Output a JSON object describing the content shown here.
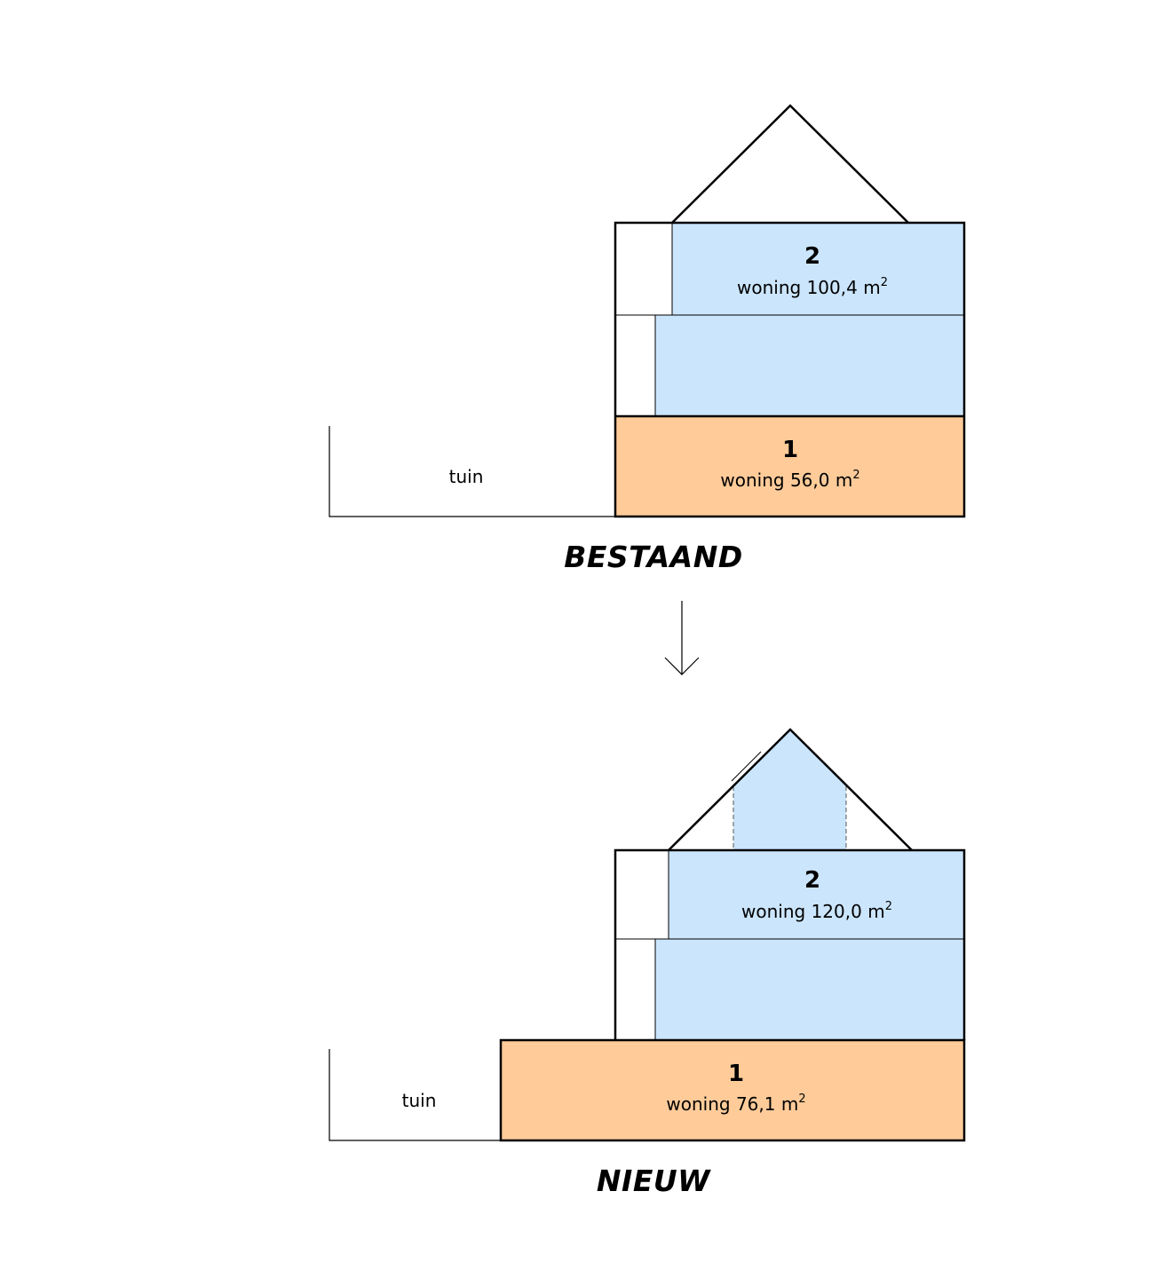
{
  "colors": {
    "unit1_fill": "#FECB99",
    "unit2_fill": "#CBE5FC",
    "outline": "#000000"
  },
  "bestaand": {
    "title": "BESTAAND",
    "garden_label": "tuin",
    "unit2": {
      "number": "2",
      "label": "woning 100,4 m",
      "sup": "2"
    },
    "unit1": {
      "number": "1",
      "label": "woning 56,0 m",
      "sup": "2"
    }
  },
  "arrow": {
    "icon": "down-arrow-icon"
  },
  "nieuw": {
    "title": "NIEUW",
    "garden_label": "tuin",
    "unit2": {
      "number": "2",
      "label": "woning 120,0 m",
      "sup": "2"
    },
    "unit1": {
      "number": "1",
      "label": "woning 76,1 m",
      "sup": "2"
    }
  }
}
